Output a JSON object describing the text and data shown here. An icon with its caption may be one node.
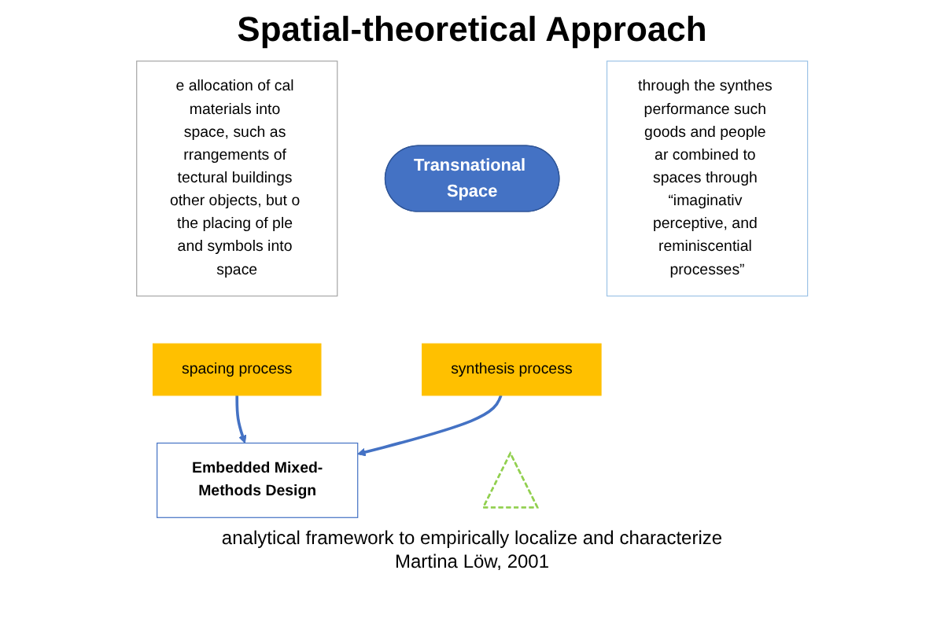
{
  "diagram": {
    "title": "Spatial-theoretical Approach",
    "nodes": [
      {
        "text": [
          "e allocation of cal materials into space, such as rrangements of tectural buildings other objects, but o the placing of ple and symbols into space"
        ]
      },
      {
        "text": [
          "Transnational Space"
        ]
      },
      {
        "text": [
          "through the synthes performance such goods and people ar combined to spaces through “imaginativ perceptive, and reminiscential processes”"
        ]
      },
      {
        "text": [
          "spacing process"
        ]
      },
      {
        "text": [
          "synthesis process"
        ]
      },
      {
        "text": [],
        "shape": "triangle"
      },
      {
        "text": [
          "Embedded Mixed-Methods Design"
        ]
      }
    ],
    "edges": [
      {
        "from": 3,
        "to": 6,
        "arrow": "to"
      },
      {
        "from": 4,
        "to": 6,
        "arrow": "to"
      }
    ],
    "labels": [
      "analytical framework to empirically localize and characterize",
      "Martina Löw, 2001"
    ]
  }
}
